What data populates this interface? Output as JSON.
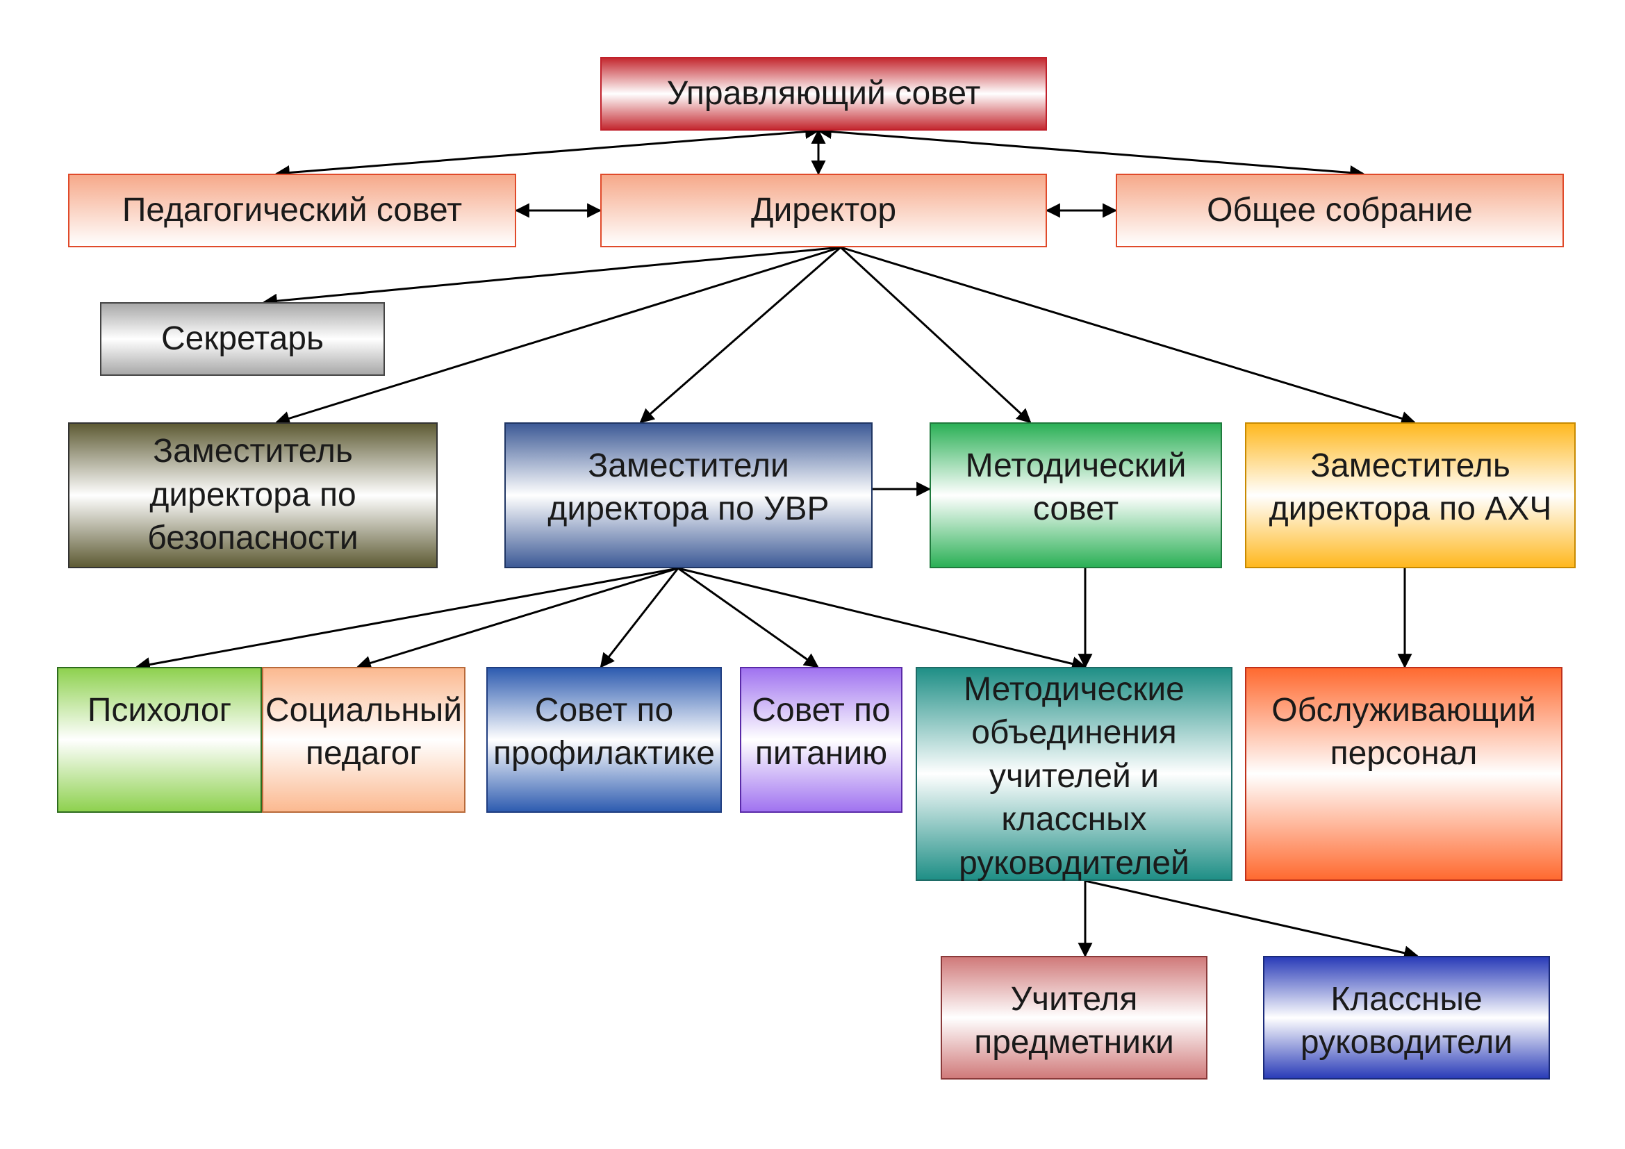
{
  "nodes": {
    "council": "Управляющий совет",
    "pedsovet": "Педагогический совет",
    "director": "Директор",
    "assembly": "Общее собрание",
    "secretary": "Секретарь",
    "security": "Заместитель\nдиректора по\nбезопасности",
    "uvr": "Заместители\nдиректора по УВР",
    "metcouncil": "Методический\nсовет",
    "axch": "Заместитель\nдиректора по АХЧ",
    "psych": "Психолог",
    "social": "Социальный\nпедагог",
    "prevent": "Совет по\nпрофилактике",
    "nutrition": "Совет по\nпитанию",
    "methunion": "Методические\nобъединения\nучителей и классных\nруководителей",
    "service": "Обслуживающий\nперсонал",
    "teachers": "Учителя\nпредметники",
    "classheads": "Классные\nруководители"
  },
  "edges": [
    {
      "from": "council",
      "to": "director",
      "kind": "double"
    },
    {
      "from": "council",
      "to": "pedsovet",
      "kind": "double"
    },
    {
      "from": "council",
      "to": "assembly",
      "kind": "double"
    },
    {
      "from": "pedsovet",
      "to": "director",
      "kind": "double"
    },
    {
      "from": "director",
      "to": "assembly",
      "kind": "double"
    },
    {
      "from": "director",
      "to": "secretary",
      "kind": "single"
    },
    {
      "from": "director",
      "to": "security",
      "kind": "single"
    },
    {
      "from": "director",
      "to": "uvr",
      "kind": "single"
    },
    {
      "from": "director",
      "to": "metcouncil",
      "kind": "single"
    },
    {
      "from": "director",
      "to": "axch",
      "kind": "single"
    },
    {
      "from": "uvr",
      "to": "metcouncil",
      "kind": "single"
    },
    {
      "from": "uvr",
      "to": "psych",
      "kind": "single"
    },
    {
      "from": "uvr",
      "to": "social",
      "kind": "single"
    },
    {
      "from": "uvr",
      "to": "prevent",
      "kind": "single"
    },
    {
      "from": "uvr",
      "to": "nutrition",
      "kind": "single"
    },
    {
      "from": "uvr",
      "to": "methunion",
      "kind": "single"
    },
    {
      "from": "metcouncil",
      "to": "methunion",
      "kind": "single"
    },
    {
      "from": "axch",
      "to": "service",
      "kind": "single"
    },
    {
      "from": "methunion",
      "to": "teachers",
      "kind": "single"
    },
    {
      "from": "methunion",
      "to": "classheads",
      "kind": "single"
    }
  ],
  "colors": {
    "edge": "#000000"
  }
}
